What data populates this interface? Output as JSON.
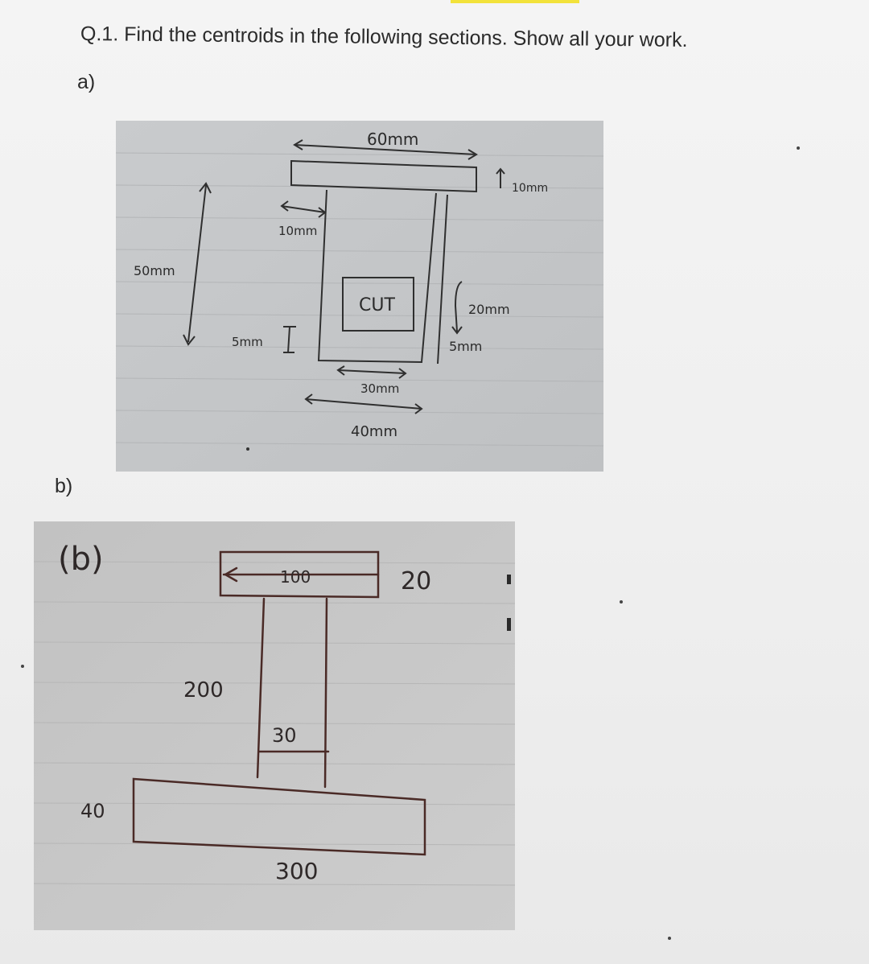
{
  "question": {
    "title": "Q.1. Find the centroids in the following sections. Show all your work.",
    "part_a_label": "a)",
    "part_b_label": "b)"
  },
  "figure_a": {
    "top_width": "60mm",
    "top_height": "10mm",
    "web_width": "10mm",
    "total_height": "50mm",
    "cut_label": "CUT",
    "cut_height": "20mm",
    "bottom_gap_left": "5mm",
    "bottom_gap_right": "5mm",
    "cut_width": "30mm",
    "base_width": "40mm"
  },
  "figure_b": {
    "title": "(b)",
    "flange_width": "100",
    "flange_height": "20",
    "web_height": "200",
    "web_width": "30",
    "base_height": "40",
    "base_width": "300"
  }
}
